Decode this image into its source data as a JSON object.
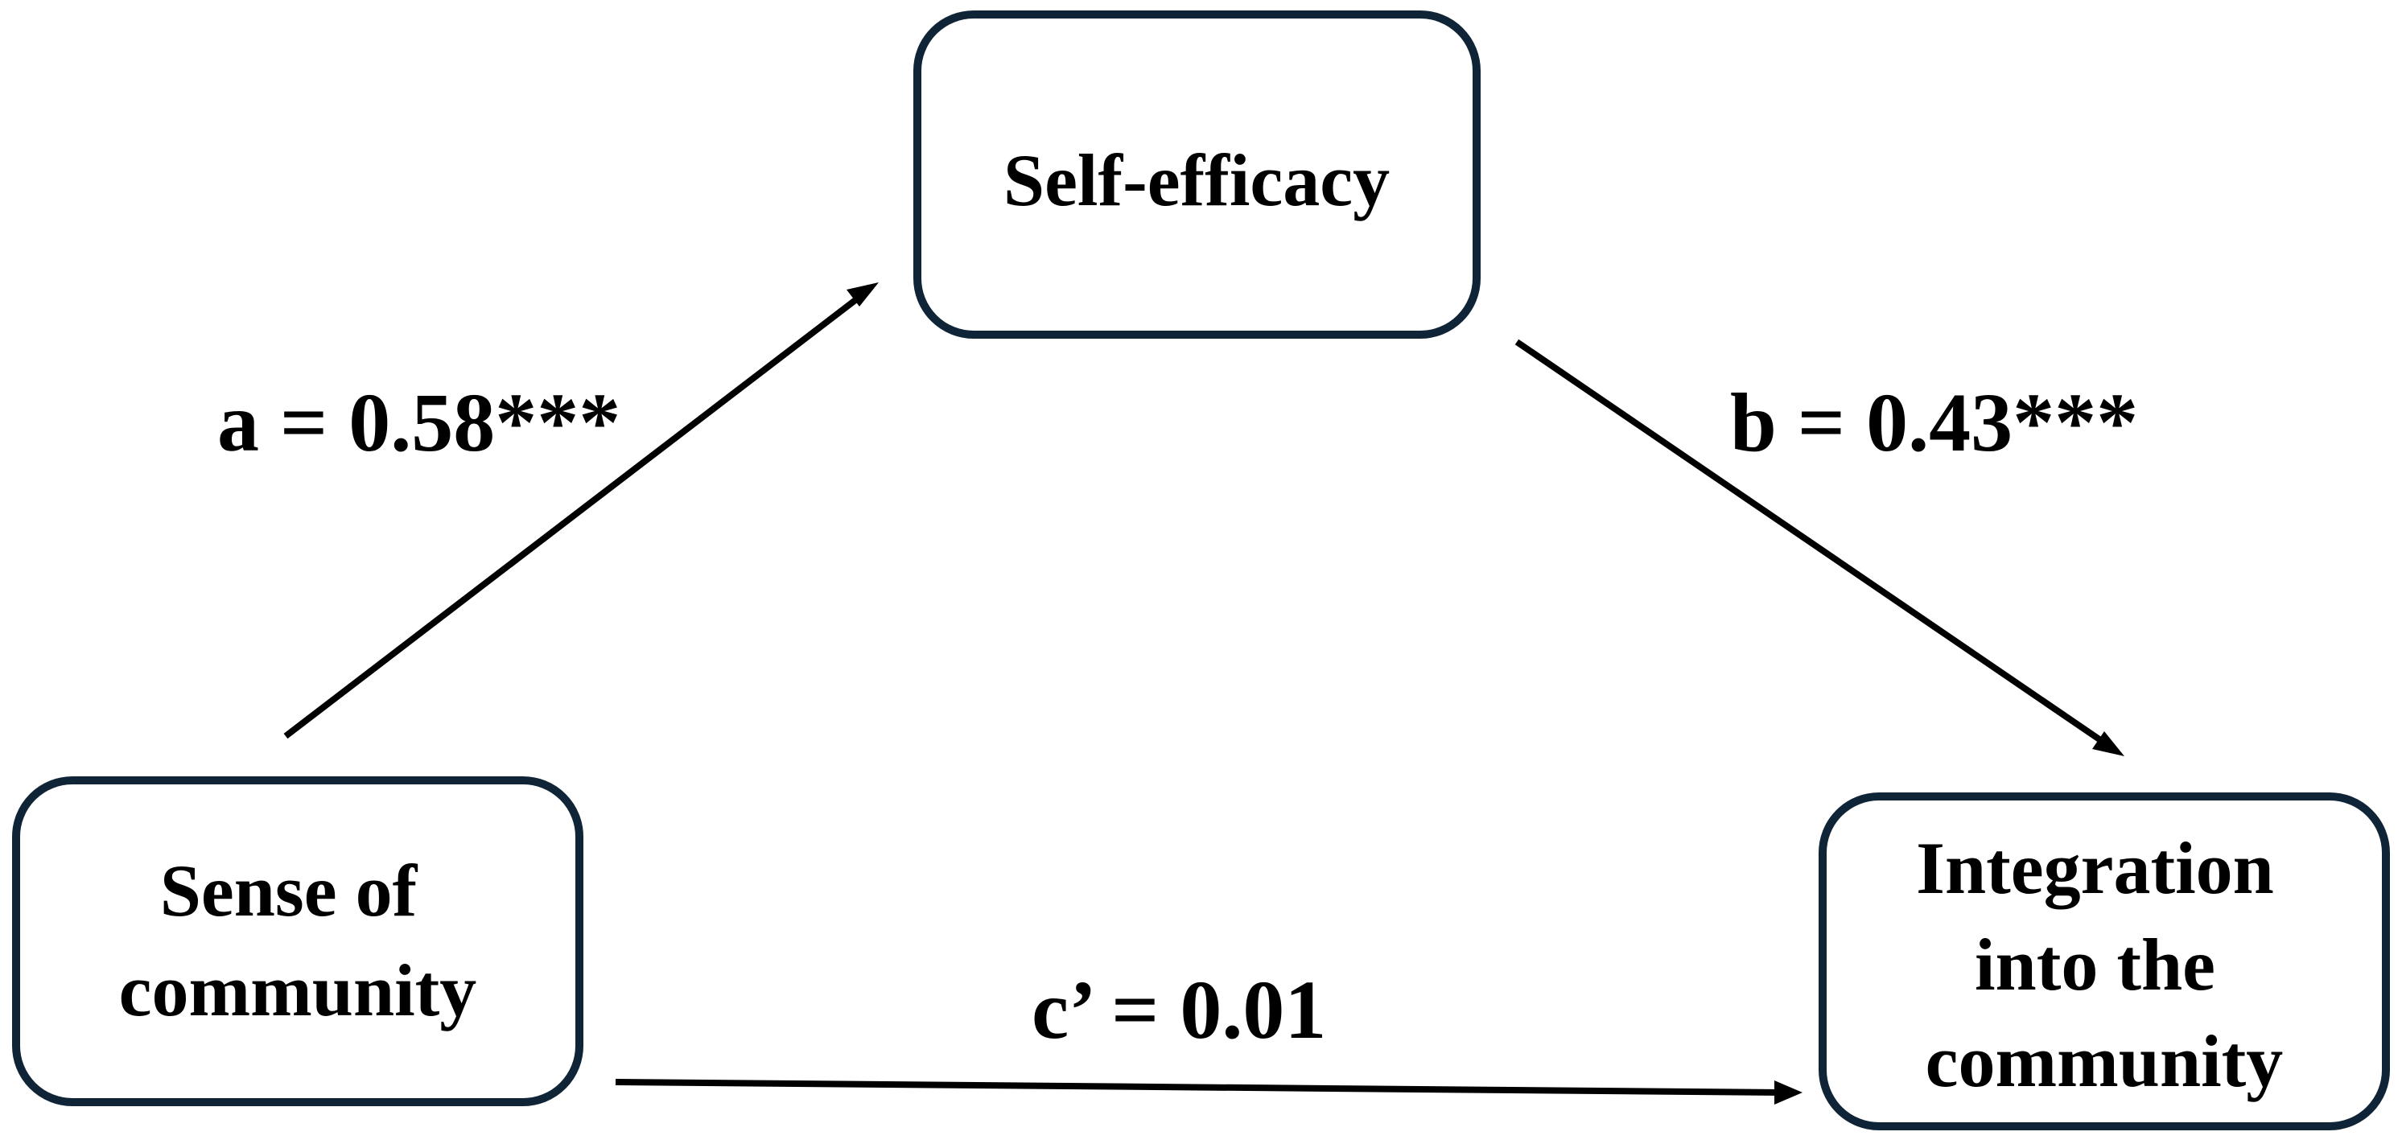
{
  "nodes": {
    "mediator": {
      "label": "Self-efficacy"
    },
    "predictor": {
      "lines": [
        "Sense of",
        "community"
      ]
    },
    "outcome": {
      "lines": [
        "Integration",
        "into the",
        "community"
      ]
    }
  },
  "paths": {
    "a": {
      "label": "a = 0.58***"
    },
    "b": {
      "label": "b = 0.43***"
    },
    "c_prime": {
      "label": "c’ = 0.01"
    }
  },
  "colors": {
    "box_border": "#0f2537",
    "arrow": "#000000",
    "text": "#000000"
  }
}
